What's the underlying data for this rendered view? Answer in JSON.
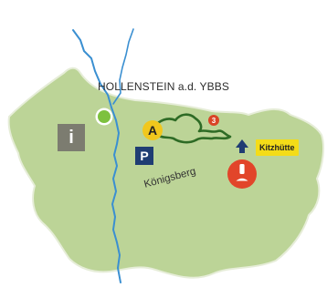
{
  "map": {
    "town": "HOLLENSTEIN a.d. YBBS",
    "hill": "Königsberg",
    "hut": "Kitzhütte",
    "start_marker": "A",
    "stage_number": "3",
    "info_icon": "i",
    "parking_icon": "P"
  },
  "colors": {
    "land": "#bcd497",
    "land_outline": "#e6edd8",
    "river": "#3a8fd1",
    "trail": "#2e6b25",
    "start_marker": "#f1c71d",
    "stage_marker": "#d94426",
    "hut_label_bg": "#f4dc18",
    "info_bg": "#7c7c70",
    "parking_bg": "#1f3d73",
    "alert_marker": "#e2452a",
    "arrow": "#1f3d73",
    "town_dot": "#7dc13f"
  },
  "icons": {
    "info": "info-icon",
    "parking": "parking-icon",
    "start": "start-marker-icon",
    "summit": "summit-warning-icon",
    "arrow": "arrow-up-icon",
    "town": "town-dot-icon"
  }
}
